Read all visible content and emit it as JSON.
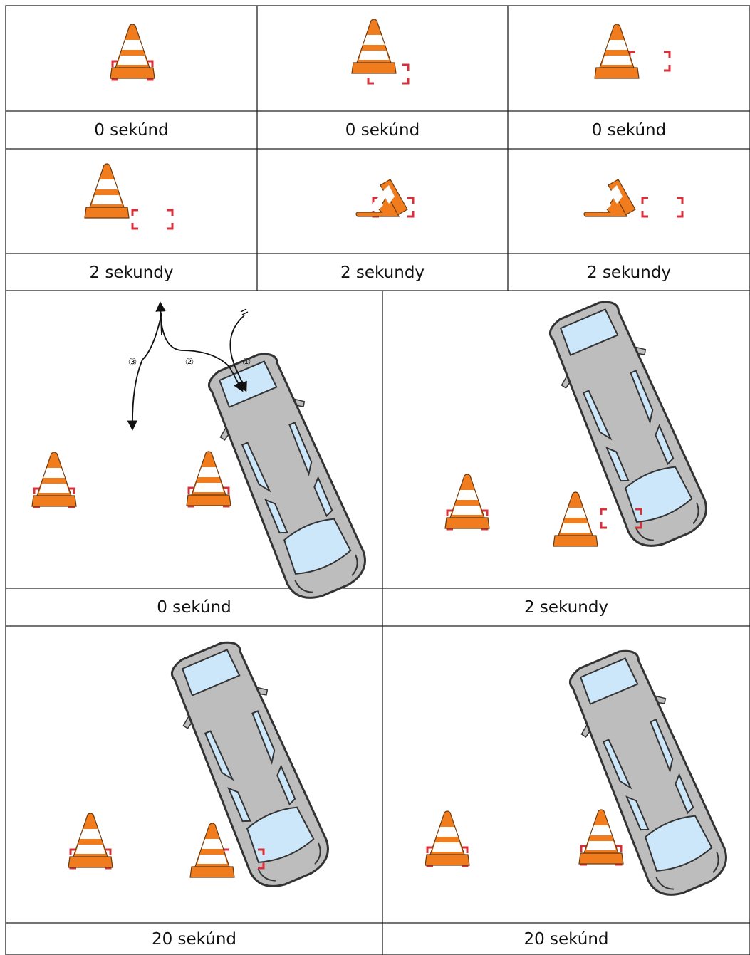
{
  "top_captions": {
    "row1": [
      "0 sekúnd",
      "0 sekúnd",
      "0 sekúnd"
    ],
    "row2": [
      "2 sekundy",
      "2 sekundy",
      "2 sekundy"
    ]
  },
  "scene_captions": {
    "row1": [
      "0 sekúnd",
      "2 sekundy"
    ],
    "row2": [
      "20 sekúnd",
      "20 sekúnd"
    ]
  },
  "path_numbers": [
    "③",
    "②",
    "①"
  ],
  "colors": {
    "cone_orange": "#f07c1e",
    "cone_stripe": "#ffffff",
    "marker_red": "#d8303a",
    "car_body": "#bdbdbd",
    "car_glass": "#cde7fa",
    "grid_line": "#222222"
  },
  "icons": [
    "traffic-cone-icon",
    "car-icon",
    "arrow-icon"
  ]
}
